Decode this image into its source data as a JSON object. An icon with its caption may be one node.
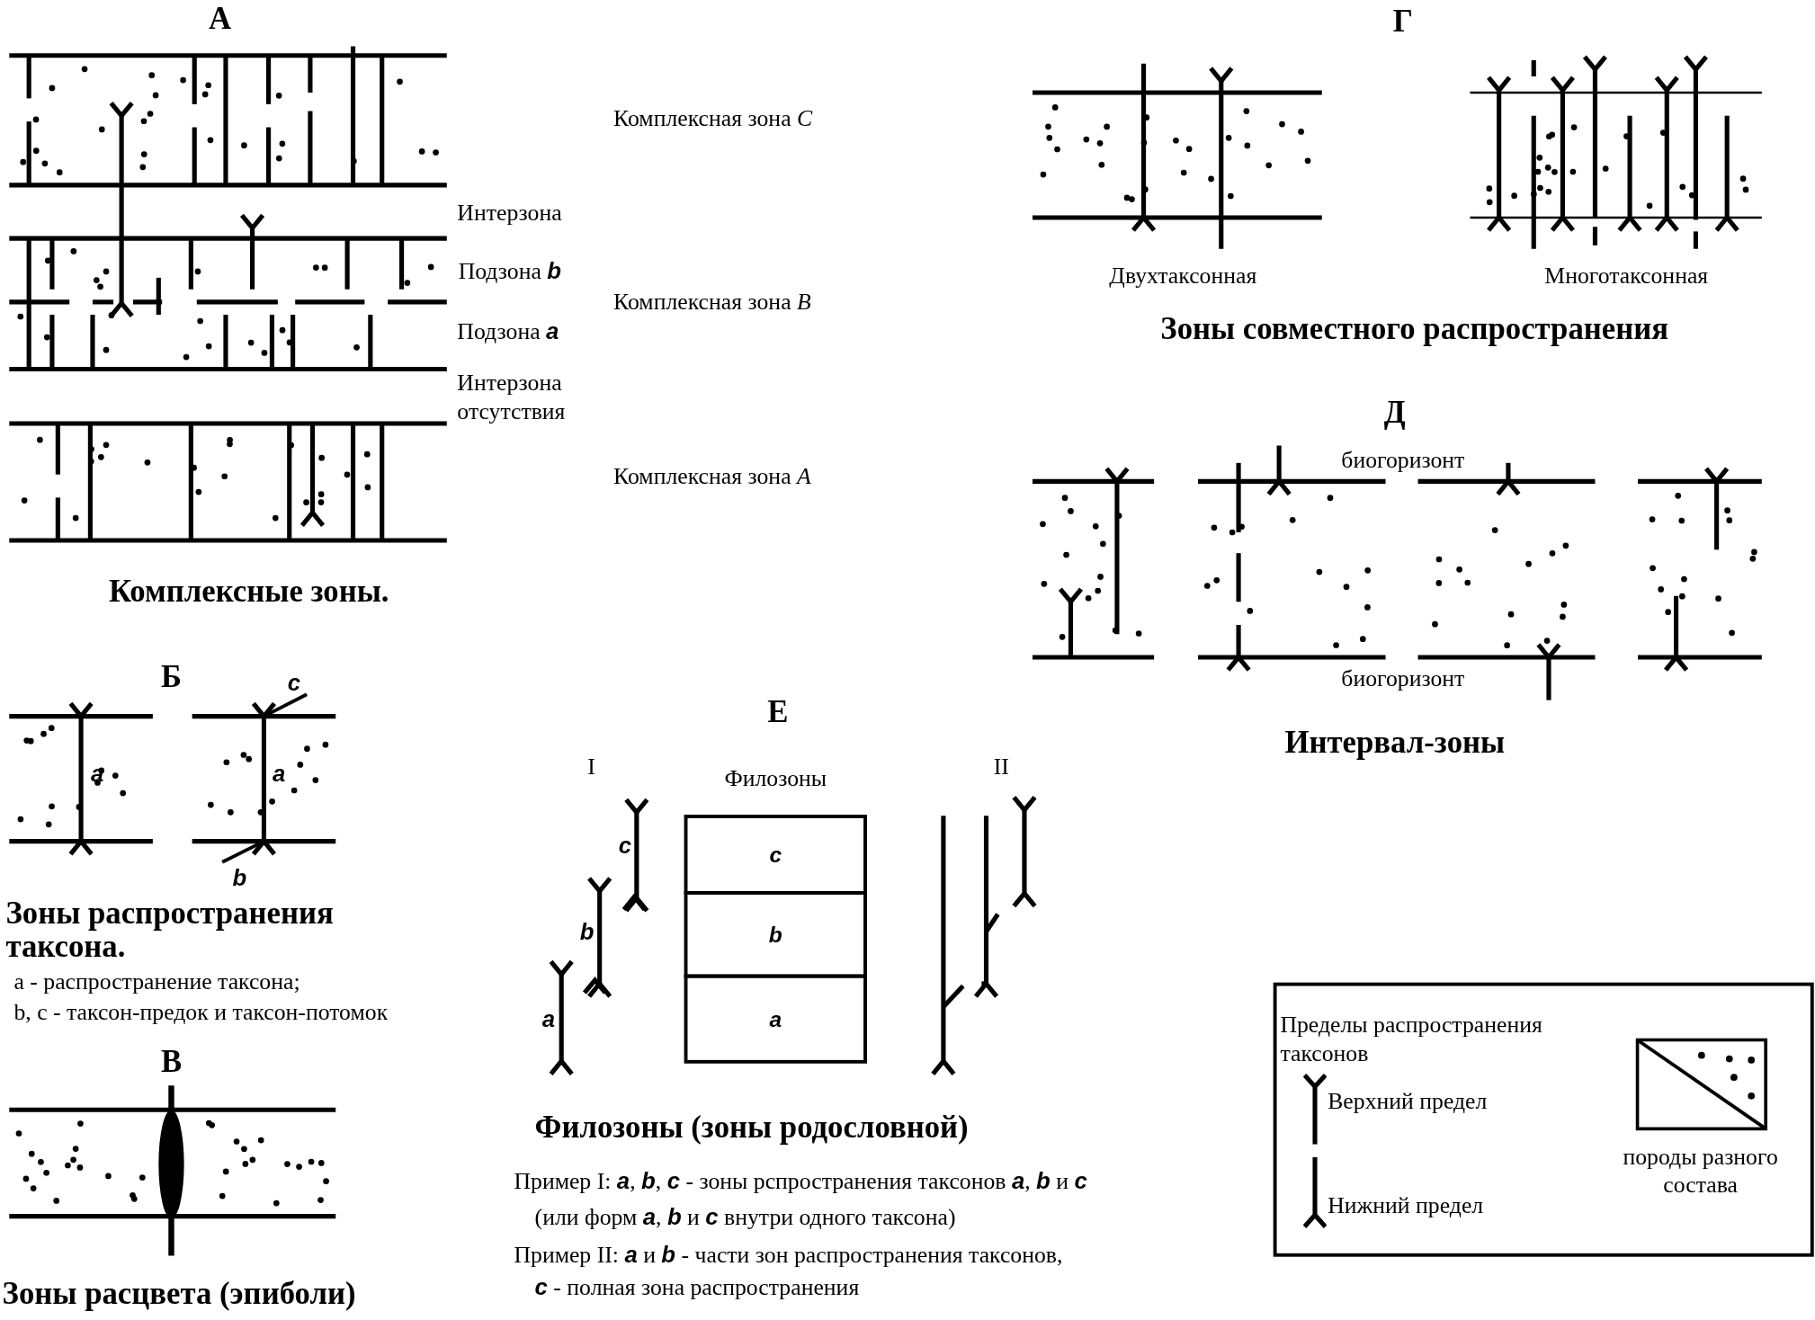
{
  "diagram": {
    "nodes": [
      {
        "text": [
          "c"
        ]
      },
      {
        "text": [
          "b"
        ]
      },
      {
        "text": [
          "a"
        ]
      }
    ],
    "edges": [],
    "labels": [
      "А",
      "Комплексная зона *C*",
      "Интерзона",
      "Подзона **b**",
      "Комплексная зона *B*",
      "Подзона **a**",
      "Интерзона отсутствия",
      "Комплексная зона *A*",
      "Комплексные зоны.",
      "Г",
      "Двухтаксонная",
      "Многотаксонная",
      "Зоны совместного распространения",
      "Д",
      "биогоризонт",
      "биогоризонт",
      "Интервал-зоны",
      "Б",
      "c",
      "a",
      "a",
      "b",
      "Зоны распространения таксона.",
      "a - распространение таксона;",
      "b, c - таксон-предок и таксон-потомок",
      "В",
      "Зоны расцвета (эпиболи)",
      "Е",
      "I",
      "Филозоны",
      "II",
      "c",
      "b",
      "a",
      "Филозоны (зоны родословной)",
      "Пример I: **a**, **b**, **c** - зоны рспространения таксонов **a**, **b** и **c**",
      "(или форм **a**, **b** и **c** внутри одного таксона)",
      "Пример II: **a** и **b** - части зон распространения таксонов,",
      "**c** - полная зона распространения",
      "Пределы распространения таксонов"
    ],
    "legend": [
      {
        "text": "Верхний предел"
      },
      {
        "text": "Нижний предел"
      },
      {
        "text": "породы разного состава"
      }
    ]
  }
}
